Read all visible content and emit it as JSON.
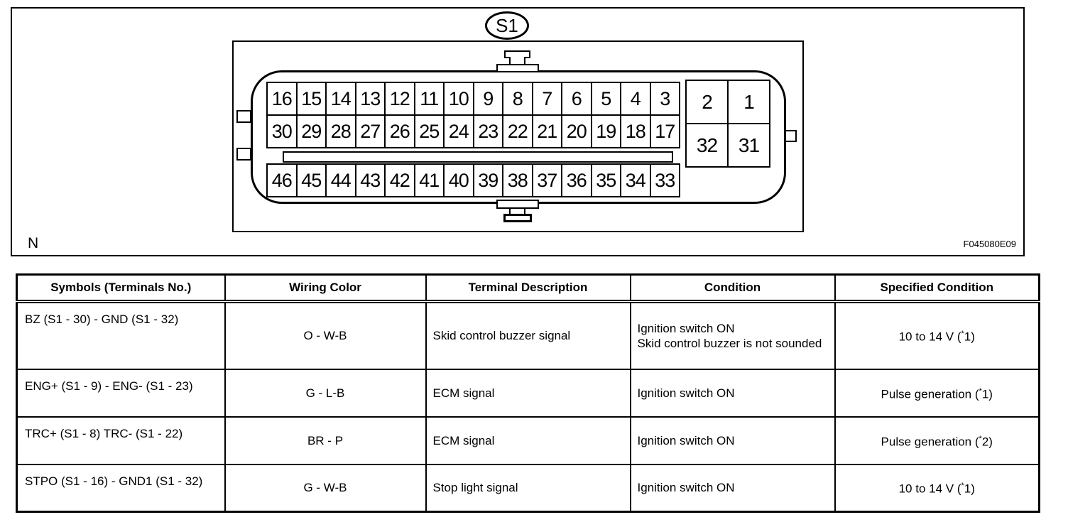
{
  "figure": {
    "connector_label": "S1",
    "note_label": "N",
    "figure_code": "F045080E09",
    "pins": {
      "main_top": [
        "16",
        "15",
        "14",
        "13",
        "12",
        "11",
        "10",
        "9",
        "8",
        "7",
        "6",
        "5",
        "4",
        "3"
      ],
      "main_middle": [
        "30",
        "29",
        "28",
        "27",
        "26",
        "25",
        "24",
        "23",
        "22",
        "21",
        "20",
        "19",
        "18",
        "17"
      ],
      "main_bottom": [
        "46",
        "45",
        "44",
        "43",
        "42",
        "41",
        "40",
        "39",
        "38",
        "37",
        "36",
        "35",
        "34",
        "33"
      ],
      "aux_top": [
        "2",
        "1"
      ],
      "aux_bottom": [
        "32",
        "31"
      ]
    }
  },
  "table": {
    "headers": [
      "Symbols (Terminals No.)",
      "Wiring Color",
      "Terminal Description",
      "Condition",
      "Specified Condition"
    ],
    "rows": [
      {
        "symbols": "BZ (S1 - 30) - GND (S1 - 32)",
        "wiring_color": "O - W-B",
        "terminal_description": "Skid control buzzer signal",
        "condition": [
          "Ignition switch ON",
          "Skid control buzzer is not sounded"
        ],
        "specified_condition": "10 to 14 V (*1)"
      },
      {
        "symbols": "ENG+ (S1 - 9) - ENG- (S1 - 23)",
        "wiring_color": "G - L-B",
        "terminal_description": "ECM signal",
        "condition": [
          "Ignition switch ON"
        ],
        "specified_condition": "Pulse generation (*1)"
      },
      {
        "symbols": "TRC+ (S1 - 8) TRC- (S1 - 22)",
        "wiring_color": "BR - P",
        "terminal_description": "ECM signal",
        "condition": [
          "Ignition switch ON"
        ],
        "specified_condition": "Pulse generation (*2)"
      },
      {
        "symbols": "STPO (S1 - 16) - GND1 (S1 - 32)",
        "wiring_color": "G - W-B",
        "terminal_description": "Stop light signal",
        "condition": [
          "Ignition switch ON"
        ],
        "specified_condition": "10 to 14 V (*1)"
      }
    ]
  },
  "colors": {
    "ink": "#000000",
    "paper": "#ffffff"
  }
}
